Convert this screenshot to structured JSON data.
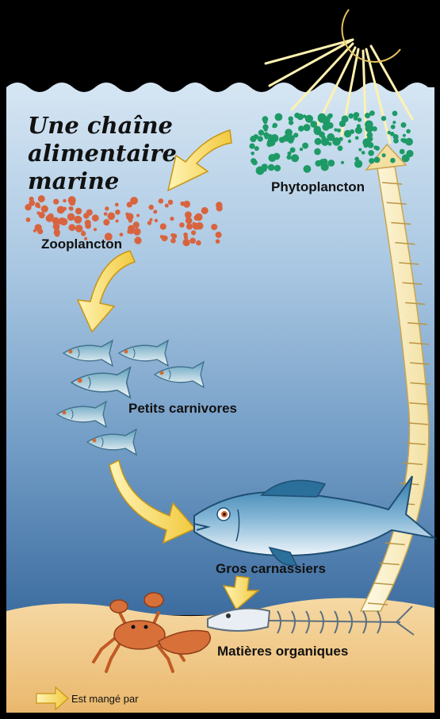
{
  "title": {
    "line1": "Une chaîne",
    "line2": "alimentaire",
    "line3": "marine"
  },
  "labels": {
    "phytoplancton": "Phytoplancton",
    "zooplancton": "Zooplancton",
    "petits": "Petits carnivores",
    "gros": "Gros carnassiers",
    "matieres": "Matières organiques"
  },
  "legend": {
    "text": "Est mangé par"
  },
  "colors": {
    "water_top": "#cfe2f1",
    "water_bottom": "#3f6fa3",
    "sand": "#f1c98c",
    "arrow_fill": "#f7dc6f",
    "arrow_edge": "#c99512",
    "phyto": "#1e9a66",
    "zoo": "#d8643f",
    "sun": "#fff0b8",
    "crab": "#d2692f"
  },
  "icons": [
    "sun-moon-icon",
    "crab-icon",
    "fish-icon",
    "fish-skeleton-icon",
    "arrow-icon"
  ]
}
